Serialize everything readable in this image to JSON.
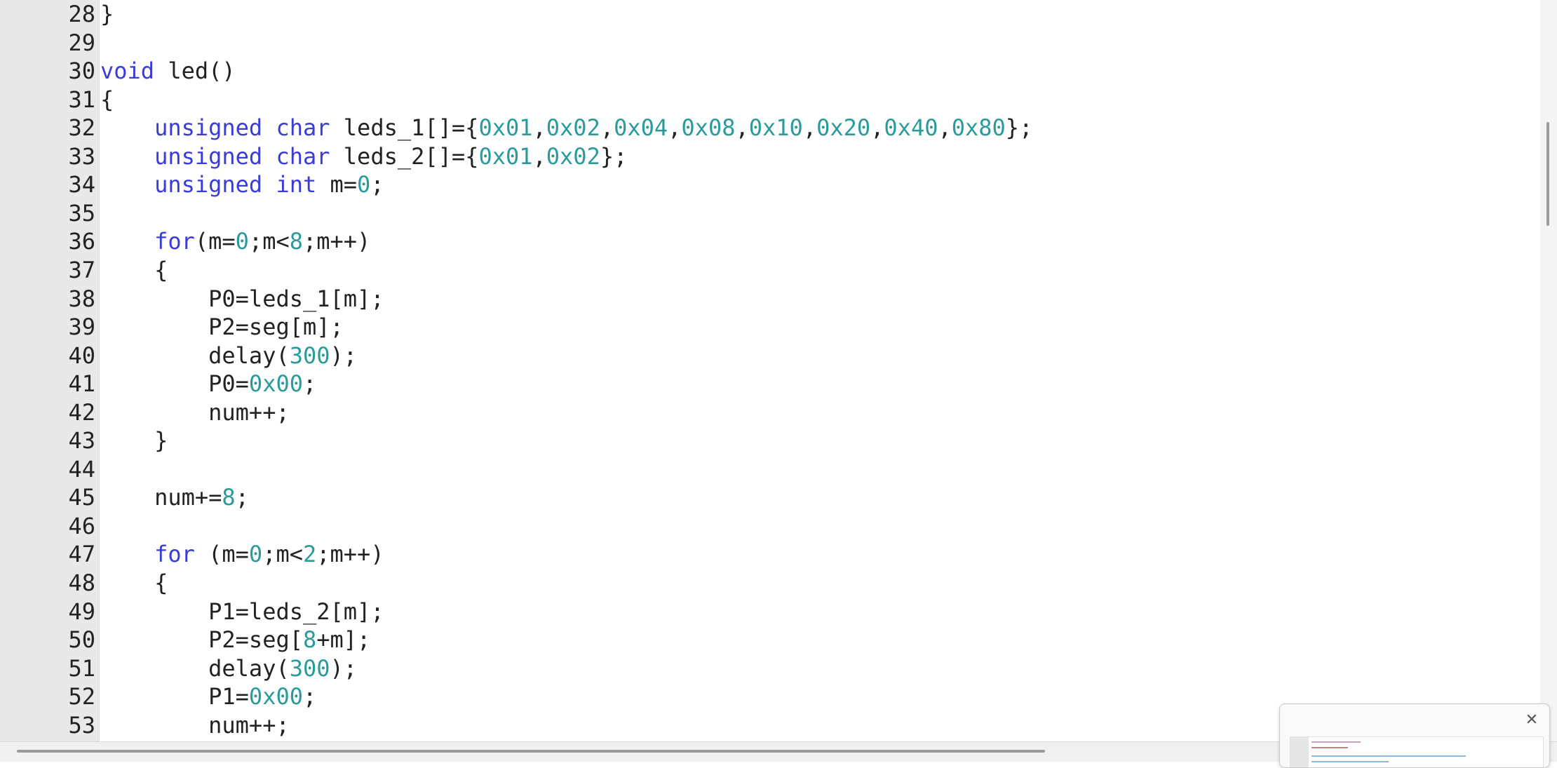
{
  "editor": {
    "lines": [
      {
        "n": "28",
        "tokens": [
          {
            "t": "}",
            "c": "pl"
          }
        ]
      },
      {
        "n": "29",
        "tokens": []
      },
      {
        "n": "30",
        "tokens": [
          {
            "t": "void",
            "c": "kw"
          },
          {
            "t": " led()",
            "c": "pl"
          }
        ]
      },
      {
        "n": "31",
        "tokens": [
          {
            "t": "{",
            "c": "pl"
          }
        ]
      },
      {
        "n": "32",
        "tokens": [
          {
            "t": "    ",
            "c": "pl"
          },
          {
            "t": "unsigned",
            "c": "kw"
          },
          {
            "t": " ",
            "c": "pl"
          },
          {
            "t": "char",
            "c": "kw"
          },
          {
            "t": " leds_1[]={",
            "c": "pl"
          },
          {
            "t": "0x01",
            "c": "num"
          },
          {
            "t": ",",
            "c": "pl"
          },
          {
            "t": "0x02",
            "c": "num"
          },
          {
            "t": ",",
            "c": "pl"
          },
          {
            "t": "0x04",
            "c": "num"
          },
          {
            "t": ",",
            "c": "pl"
          },
          {
            "t": "0x08",
            "c": "num"
          },
          {
            "t": ",",
            "c": "pl"
          },
          {
            "t": "0x10",
            "c": "num"
          },
          {
            "t": ",",
            "c": "pl"
          },
          {
            "t": "0x20",
            "c": "num"
          },
          {
            "t": ",",
            "c": "pl"
          },
          {
            "t": "0x40",
            "c": "num"
          },
          {
            "t": ",",
            "c": "pl"
          },
          {
            "t": "0x80",
            "c": "num"
          },
          {
            "t": "};",
            "c": "pl"
          }
        ]
      },
      {
        "n": "33",
        "tokens": [
          {
            "t": "    ",
            "c": "pl"
          },
          {
            "t": "unsigned",
            "c": "kw"
          },
          {
            "t": " ",
            "c": "pl"
          },
          {
            "t": "char",
            "c": "kw"
          },
          {
            "t": " leds_2[]={",
            "c": "pl"
          },
          {
            "t": "0x01",
            "c": "num"
          },
          {
            "t": ",",
            "c": "pl"
          },
          {
            "t": "0x02",
            "c": "num"
          },
          {
            "t": "};",
            "c": "pl"
          }
        ]
      },
      {
        "n": "34",
        "tokens": [
          {
            "t": "    ",
            "c": "pl"
          },
          {
            "t": "unsigned",
            "c": "kw"
          },
          {
            "t": " ",
            "c": "pl"
          },
          {
            "t": "int",
            "c": "kw"
          },
          {
            "t": " m=",
            "c": "pl"
          },
          {
            "t": "0",
            "c": "num"
          },
          {
            "t": ";",
            "c": "pl"
          }
        ]
      },
      {
        "n": "35",
        "tokens": []
      },
      {
        "n": "36",
        "tokens": [
          {
            "t": "    ",
            "c": "pl"
          },
          {
            "t": "for",
            "c": "kw"
          },
          {
            "t": "(m=",
            "c": "pl"
          },
          {
            "t": "0",
            "c": "num"
          },
          {
            "t": ";m<",
            "c": "pl"
          },
          {
            "t": "8",
            "c": "num"
          },
          {
            "t": ";m++)",
            "c": "pl"
          }
        ]
      },
      {
        "n": "37",
        "tokens": [
          {
            "t": "    {",
            "c": "pl"
          }
        ]
      },
      {
        "n": "38",
        "tokens": [
          {
            "t": "        P0=leds_1[m];",
            "c": "pl"
          }
        ]
      },
      {
        "n": "39",
        "tokens": [
          {
            "t": "        P2=seg[m];",
            "c": "pl"
          }
        ]
      },
      {
        "n": "40",
        "tokens": [
          {
            "t": "        delay(",
            "c": "pl"
          },
          {
            "t": "300",
            "c": "num"
          },
          {
            "t": ");",
            "c": "pl"
          }
        ]
      },
      {
        "n": "41",
        "tokens": [
          {
            "t": "        P0=",
            "c": "pl"
          },
          {
            "t": "0x00",
            "c": "num"
          },
          {
            "t": ";",
            "c": "pl"
          }
        ]
      },
      {
        "n": "42",
        "tokens": [
          {
            "t": "        num++;",
            "c": "pl"
          }
        ]
      },
      {
        "n": "43",
        "tokens": [
          {
            "t": "    }",
            "c": "pl"
          }
        ]
      },
      {
        "n": "44",
        "tokens": []
      },
      {
        "n": "45",
        "tokens": [
          {
            "t": "    num+=",
            "c": "pl"
          },
          {
            "t": "8",
            "c": "num"
          },
          {
            "t": ";",
            "c": "pl"
          }
        ]
      },
      {
        "n": "46",
        "tokens": []
      },
      {
        "n": "47",
        "tokens": [
          {
            "t": "    ",
            "c": "pl"
          },
          {
            "t": "for",
            "c": "kw"
          },
          {
            "t": " (m=",
            "c": "pl"
          },
          {
            "t": "0",
            "c": "num"
          },
          {
            "t": ";m<",
            "c": "pl"
          },
          {
            "t": "2",
            "c": "num"
          },
          {
            "t": ";m++)",
            "c": "pl"
          }
        ]
      },
      {
        "n": "48",
        "tokens": [
          {
            "t": "    {",
            "c": "pl"
          }
        ]
      },
      {
        "n": "49",
        "tokens": [
          {
            "t": "        P1=leds_2[m];",
            "c": "pl"
          }
        ]
      },
      {
        "n": "50",
        "tokens": [
          {
            "t": "        P2=seg[",
            "c": "pl"
          },
          {
            "t": "8",
            "c": "num"
          },
          {
            "t": "+m];",
            "c": "pl"
          }
        ]
      },
      {
        "n": "51",
        "tokens": [
          {
            "t": "        delay(",
            "c": "pl"
          },
          {
            "t": "300",
            "c": "num"
          },
          {
            "t": ");",
            "c": "pl"
          }
        ]
      },
      {
        "n": "52",
        "tokens": [
          {
            "t": "        P1=",
            "c": "pl"
          },
          {
            "t": "0x00",
            "c": "num"
          },
          {
            "t": ";",
            "c": "pl"
          }
        ]
      },
      {
        "n": "53",
        "tokens": [
          {
            "t": "        num++;",
            "c": "pl"
          }
        ]
      }
    ]
  },
  "popup": {
    "close_icon": "close-icon",
    "close_glyph": "✕"
  },
  "colors": {
    "keyword": "#3b3bd6",
    "number": "#2a9a9a",
    "text": "#222222",
    "gutter": "#e8e8e8"
  }
}
